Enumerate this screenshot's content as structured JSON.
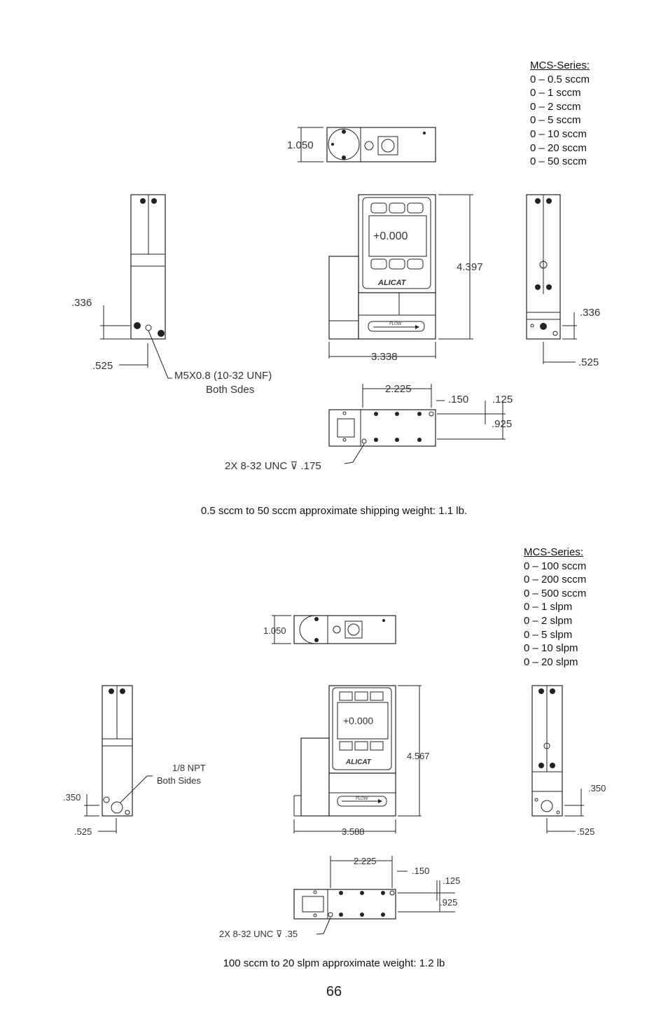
{
  "upper": {
    "series_title": "MCS-Series:",
    "ranges": [
      "0 – 0.5 sccm",
      "0 – 1 sccm",
      "0 – 2 sccm",
      "0 – 5 sccm",
      "0 – 10 sccm",
      "0 – 20 sccm",
      "0 – 50 sccm"
    ],
    "dims": {
      "top_height": "1.050",
      "height": "4.397",
      "width": "3.338",
      "left_port_height": ".336",
      "left_port_offset": ".525",
      "right_port_height": ".336",
      "right_port_offset": ".525",
      "mount_spacing": "2.225",
      "mount_x": ".150",
      "mount_y": ".125",
      "mount_z": ".925"
    },
    "port_note_1": "M5X0.8   (10-32 UNF)",
    "port_note_2": "Both Sdes",
    "mount_note": "2X 8-32 UNC  ⊽ .175",
    "flow_label": "FLOW",
    "logo": "ALICAT",
    "caption": "0.5 sccm to 50 sccm approximate shipping weight: 1.1 lb."
  },
  "lower": {
    "series_title": "MCS-Series:",
    "ranges": [
      "0 – 100 sccm",
      "0 – 200 sccm",
      "0 – 500 sccm",
      "0 – 1 slpm",
      "0 – 2 slpm",
      "0 – 5 slpm",
      "0 – 10 slpm",
      "0 – 20 slpm"
    ],
    "dims": {
      "top_height": "1.050",
      "height": "4.567",
      "width": "3.588",
      "left_port_height": ".350",
      "left_port_offset": ".525",
      "right_port_height": ".350",
      "right_port_offset": ".525",
      "mount_spacing": "2.225",
      "mount_x": ".150",
      "mount_y": ".125",
      "mount_z": ".925"
    },
    "port_note_1": "1/8 NPT",
    "port_note_2": "Both Sides",
    "mount_note": "2X 8-32 UNC  ⊽ .35",
    "flow_label": "FLOW",
    "logo": "ALICAT",
    "caption": "100 sccm to 20 slpm approximate weight: 1.2 lb"
  },
  "page_number": "66"
}
